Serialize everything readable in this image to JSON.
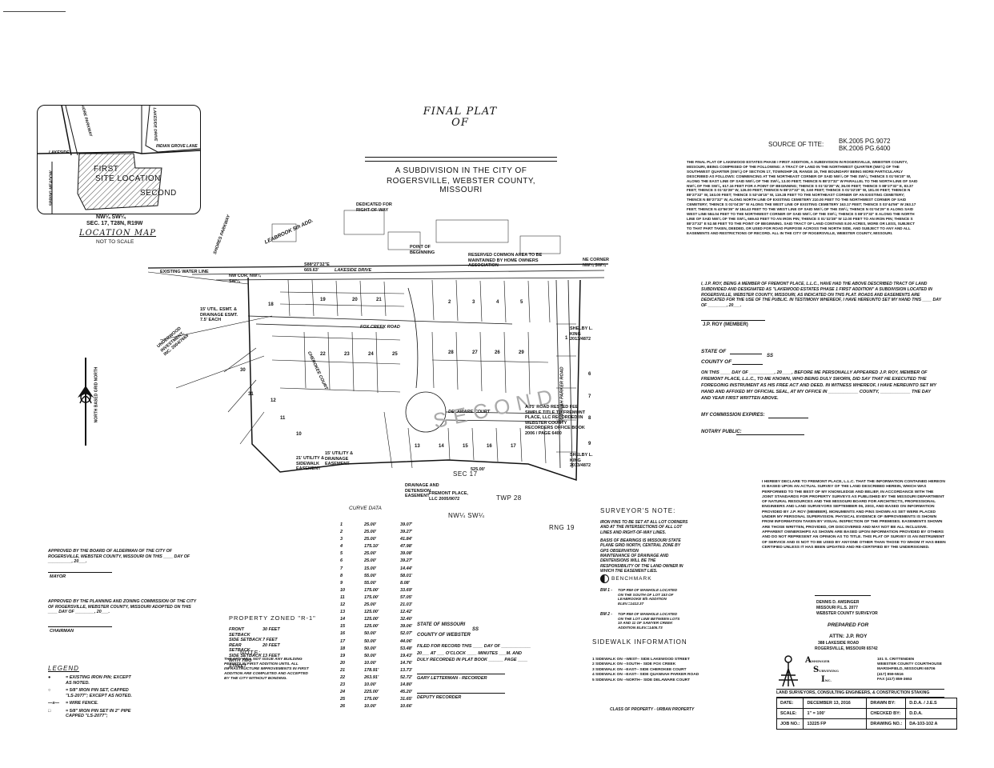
{
  "header": {
    "title_line1": "FINAL PLAT",
    "title_line2": "OF",
    "subtitle_line1": "A SUBDIVISION IN THE CITY OF",
    "subtitle_line2": "ROGERSVILLE, WEBSTER COUNTY, MISSOURI"
  },
  "source": {
    "label": "SOURCE OF TITE:",
    "book1": "BK.2005 PG.9072",
    "book2": "BK.2006 PG.6400"
  },
  "location_map": {
    "roads": [
      "SHORE PARKWAY",
      "LAKESIDE DRIVE",
      "INDIAN GROVE LANE",
      "SPRING MEADOW",
      "LAKESIDE"
    ],
    "site_labels": [
      "FIRST",
      "SITE LOCATION",
      "SECOND"
    ],
    "quarter": "NW¼ SW¼",
    "section": "SEC. 17, T28N, R19W",
    "caption": "LOCATION MAP",
    "scale": "NOT TO SCALE"
  },
  "description": {
    "text": "THE FINAL PLAT OF LAKEWOOD ESTATES PHASE I FIRST ADDITION, A SUBDIVISION IN ROGERSVILLE, WEBSTER COUNTY, MISSOURI, BEING COMPRISED OF THE FOLLOWING: A TRACT OF LAND IN THE NORTHWEST QUARTER (NW¼) OF THE SOUTHWEST QUARTER (SW¼) OF SECTION 17, TOWNSHIP 28, RANGE 19, THE BOUNDARY BEING MORE PARTICULARLY DESCRIBED AS FOLLOWS: COMMENCING AT THE NORTHEAST CORNER OF SAID NW¼ OF THE SW¼; THENCE S 01°06'20\" W, ALONG THE EAST LINE OF SAID NW¼ OF THE SW¼, 13.00 FEET; THENCE N 88°27'32\" W PARALLEL TO THE NORTH LINE OF SAID NW¼ OF THE SW¼, 617.16 FEET FOR A POINT OF BEGINNING; THENCE S 01°32'28\" W, 36.00 FEET; THENCE S 88°27'32\" E, 83.37 FEET; THENCE S 01°32'28\" W, 126.00 FEET; THENCE N 88°27'32\" W, 3.60 FEET; THENCE S 01°32'28\" W, 181.00 FEET; THENCE N 88°27'32\" W, 163.00 FEET; THENCE S 53°46'15\" W, 119.28 FEET TO THE NORTHEAST CORNER OF AN EXISTING CEMETERY; THENCE N 88°27'32\" W, ALONG NORTH LINE OF EXISTING CEMETERY 210.00 FEET TO THE NORTHWEST CORNER OF SAID CEMETERY; THENCE S 01°04'29\" W ALONG THE WEST LINE OF EXISTING CEMETERY 163.17 FEET; THENCE S 03°44'56\" W 263.17 FEET; THENCE N 43°56'35\" W 184.43 FEET TO THE WEST LINE OF SAID NW¼ OF THE SW¼; THENCE N 01°04'29\" E ALONG SAID WEST LINE 584.04 FEET TO THE NORTHWEST CORNER OF SAID NW¼ OF THE SW¼; THENCE S 88°27'32\" E ALONG THE NORTH LINE OF SAID NW¼ OF THE SW¼, 669.63 FEET TO AN IRON PIN; THENCE S 01°32'28\" W 12.00 FEET TO AN IRON PIN; THENCE S 88°27'32\" E 52.58 FEET TO THE POINT OF BEGINNING. SAID TRACT OF LAND CONTAINS 8.00 ACRES, MORE OR LESS, SUBJECT TO THAT PART TAKEN, DEEDED, OR USED FOR ROAD PURPOSE ACROSS THE NORTH SIDE, AND SUBJECT TO ANY AND ALL EASEMENTS AND RESTRICTIONS OF RECORD. ALL IN THE CITY OF ROGERSVILLE, WEBSTER COUNTY, MISSOURI."
  },
  "owner_cert": {
    "text": "I, J.P. ROY, BEING A MEMBER OF FREMONT PLACE, L.L.C., HAVE HAD THE ABOVE DESCRIBED TRACT OF LAND SUBDIVIDED AND DESIGNATED AS \"LAKEWOOD ESTATES PHASE 1 FIRST ADDITION\" A SUBDIVISION LOCATED IN ROGERSVILLE, WEBSTER COUNTY, MISSOURI, AS INDICATED ON THIS PLAT. ROADS AND EASEMENTS ARE DEDICATED FOR THE USE OF THE PUBLIC. IN TESTIMONY WHEREOF, I HAVE HEREUNTO SET MY HAND THIS ____ DAY OF ________, 20___.",
    "signer": "J.P. ROY (MEMBER)"
  },
  "notary": {
    "state": "STATE OF",
    "county": "COUNTY OF",
    "ss": "SS",
    "body": "ON THIS ____ DAY OF __________, 20____, BEFORE ME PERSONALLY APPEARED J.P. ROY, MEMBER OF FREMONT PLACE, L.L.C., TO ME KNOWN, WHO BEING DULY SWORN, DID SAY THAT HE EXECUTED THE FOREGOING INSTRUMENT AS HIS FREE ACT AND DEED. IN WITNESS WHEREOF, I HAVE HEREUNTO SET MY HAND AND AFFIXED MY OFFICIAL SEAL, AT MY OFFICE IN ____________ COUNTY, ____________ THE DAY AND YEAR FIRST WRITTEN ABOVE.",
    "commission": "MY COMMISSION EXPIRES:",
    "public": "NOTARY PUBLIC:"
  },
  "surveyor_cert": {
    "text": "I HEREBY DECLARE TO FREMONT PLACE, L.L.C. THAT THE INFORMATION CONTAINED HEREON IS BASED UPON AN ACTUAL SURVEY OF THE LAND DESCRIBED HEREIN, WHICH WAS PERFORMED TO THE BEST OF MY KNOWLEDGE AND BELIEF, IN ACCORDANCE WITH THE JOINT STANDARDS FOR PROPERTY SURVEYS AS PUBLISHED BY THE MISSOURI DEPARTMENT OF NATURAL RESOURCES AND THE MISSOURI BOARD FOR ARCHITECTS, PROFESSIONAL ENGINEERS AND LAND SURVEYORS SEPTEMBER 06, 2003, AND BASED ON INFORMATION PROVIDED BY J.P. ROY (MEMBER). MONUMENTS AND PINS SHOWN AS SET WERE PLACED UNDER MY PERSONAL SUPERVISION. PHYSICAL EVIDENCE OF IMPROVEMENTS IS SHOWN FROM INFORMATION TAKEN BY VISUAL INSPECTION OF THE PREMISES. EASEMENTS SHOWN ARE THOSE WRITTEN, PROVIDED, OR DISCOVERED AND MAY NOT BE ALL INCLUSIVE. APPARENT OWNERSHIPS AS SHOWN ARE BASED UPON INFORMATION PROVIDED BY OTHERS AND DO NOT REPRESENT AN OPINION AS TO TITLE. THIS PLAT OF SURVEY IS AN INSTRUMENT OF SERVICE AND IS NOT TO BE USED BY ANYONE OTHER THAN THOSE TO WHOM IT HAS BEEN CERTIFIED UNLESS IT HAS BEEN UPDATED AND RE-CERTIFIED BY THE UNDERSIGNED.",
    "name": "DENNIS D. AMSINGER",
    "license": "MISSOURI P.L.S. 2077",
    "title": "WEBSTER COUNTY SURVEYOR"
  },
  "prepared": {
    "label": "PREPARED FOR",
    "attn": "ATTN: J.P. ROY",
    "address1": "388 LAKESIDE ROAD",
    "address2": "ROGERSVILLE, MISSOURI 65742"
  },
  "firm": {
    "mark": [
      "A",
      "S",
      "I"
    ],
    "words": [
      "MSINGER",
      "URVEYING",
      "NC."
    ],
    "address": [
      "101 S. CRITTENDEN",
      "WEBSTER COUNTY COURTHOUSE",
      "MARSHFIELD, MISSOURI 65706",
      "(417) 859-5516",
      "FAX (417) 859-3653"
    ],
    "banner": "LAND SURVEYORS, CONSULTING ENGINEERS, & CONSTRUCTION STAKING"
  },
  "titleblock": {
    "date_label": "DATE:",
    "date": "DECEMBER 13, 2016",
    "drawn_label": "DRAWN BY:",
    "drawn": "D.D.A. / J.E.S",
    "scale_label": "SCALE:",
    "scale": "1\" = 100'",
    "checked_label": "CHECKED BY:",
    "checked": "D.D.A.",
    "job_label": "JOB NO.:",
    "job": "13225 FP",
    "drawing_label": "DRAWING NO.:",
    "drawing": "DA-103-102 A"
  },
  "curve_data": {
    "title": "CURVE DATA",
    "rows": [
      [
        "1",
        "25.00'",
        "39.07'"
      ],
      [
        "2",
        "25.00'",
        "39.27'"
      ],
      [
        "3",
        "25.00'",
        "41.84'"
      ],
      [
        "4",
        "175.10'",
        "47.98'"
      ],
      [
        "5",
        "25.00'",
        "39.08'"
      ],
      [
        "6",
        "25.00'",
        "39.27'"
      ],
      [
        "7",
        "15.00'",
        "14.44'"
      ],
      [
        "8",
        "55.00'",
        "58.01'"
      ],
      [
        "9",
        "55.00'",
        "8.08'"
      ],
      [
        "10",
        "175.00'",
        "33.69'"
      ],
      [
        "11",
        "175.00'",
        "57.05'"
      ],
      [
        "12",
        "25.00'",
        "21.03'"
      ],
      [
        "13",
        "125.00'",
        "12.42'"
      ],
      [
        "14",
        "125.00'",
        "32.40'"
      ],
      [
        "15",
        "125.00'",
        "39.06'"
      ],
      [
        "16",
        "50.00'",
        "52.07'"
      ],
      [
        "17",
        "50.00'",
        "44.06'"
      ],
      [
        "18",
        "50.00'",
        "53.48'"
      ],
      [
        "19",
        "50.00'",
        "19.43'"
      ],
      [
        "20",
        "10.00'",
        "14.76'"
      ],
      [
        "21",
        "178.91'",
        "13.73'"
      ],
      [
        "22",
        "263.91'",
        "52.72'"
      ],
      [
        "23",
        "10.00'",
        "14.80'"
      ],
      [
        "24",
        "225.00'",
        "45.20'"
      ],
      [
        "25",
        "175.00'",
        "31.65'"
      ],
      [
        "26",
        "10.00'",
        "10.66'"
      ]
    ]
  },
  "surveyor_note": {
    "title": "SURVEYOR'S NOTE:",
    "notes": [
      "IRON PINS TO BE SET AT ALL LOT CORNERS AND AT THE INTERSECTIONS OF ALL LOT LINES AND RIGHT-OF-WAY LINES.",
      "BASIS OF BEARINGS IS MISSOURI STATE PLANE GRID NORTH, CENTRAL ZONE BY GPS OBSERVATION",
      "MAINTENANCE OF DRAINAGE AND DENTENSIONS WILL BE THE RESPONSIBILITY OF THE LAND OWNER IN WHICH THE EASEMENT LIES."
    ]
  },
  "benchmark": {
    "title": "BENCHMARK",
    "bm1_label": "BM 1 -",
    "bm1": "TOP RIM OF MANHOLE LOCATED ON THE SOUTH OF LOT 153 OF LEABROOKE 5th ADDITION ELEV.=1412.37",
    "bm2_label": "BM 2 -",
    "bm2": "TOP RIM OF MANHOLE LOCATED ON THE LOT LINE BETWEEN LOTS 10 AND 11 OF SAWYER CREEK ADDITION ELEV.=1405.73"
  },
  "sidewalk": {
    "title": "SIDEWALK INFORMATION",
    "items": [
      "1  SIDEWALK ON --WEST-- SIDE LAKEWOOD STREET",
      "2  SIDEWALK ON --SOUTH-- SIDE FOX CREEK",
      "3  SIDEWALK ON --EAST-- SIDE CHEROKEE COURT",
      "4  SIDEWALK ON --EAST-- SIDE QUANNAH PARKER ROAD",
      "5  SIDEWALK ON --NORTH-- SIDE DELAWARE COURT"
    ],
    "class": "CLASS OF PROPERTY - URBAN PROPERTY"
  },
  "recorder": {
    "state": "STATE OF MISSOURI",
    "county": "COUNTY OF WEBSTER",
    "ss": "SS",
    "filed": "FILED FOR RECORD THIS ____ DAY OF ____________",
    "at": "20___ AT ___ O'CLOCK ____ MINUTES ___M. AND",
    "book": "DULY RECORDED IN PLAT BOOK ______ PAGE ____",
    "recorder": "GARY LETTERMAN - RECORDER",
    "deputy": "DEPUTY RECORDER"
  },
  "zoning": {
    "title": "PROPERTY ZONED \"R-1\"",
    "rows": [
      [
        "FRONT SETBACK",
        "30 FEET"
      ],
      [
        "SIDE SETBACK",
        "7 FEET"
      ],
      [
        "REAR SETBACK",
        "20 FEET"
      ],
      [
        "SIDE SETBACK",
        "13 FEET"
      ],
      [
        "WITH TWO STREET",
        ""
      ]
    ],
    "note_title": "NOTE:",
    "note": "THE CITY WILL NOT ISSUE ANY BUILDING PERMITS IN FIRST ADDITION UNTIL ALL INFRASTRUCTURE IMPROVEMENTS IN FIRST ADDITION ARE COMPLETED AND ACCEPTED BY THE CITY WITHOUT BONDING."
  },
  "approvals": {
    "aldermen": "APPROVED BY THE BOARD OF ALDERMAN OF THE CITY OF ROGERSVILLE, WEBSTER COUNTY, MISSOURI ON THIS ____ DAY OF __________, 20___.",
    "mayor": "MAYOR",
    "planning": "APPROVED BY THE PLANNING AND ZONING COMMISSION OF THE CITY OF ROGERSVILLE, WEBSTER COUNTY, MISSOURI ADOPTED ON THIS ____ DAY OF ________, 20___.",
    "chairman": "CHAIRMAN"
  },
  "legend": {
    "title": "LEGEND",
    "items": [
      {
        "sym": "●",
        "text": "= EXISTING IRON PIN; EXCEPT AS NOTED."
      },
      {
        "sym": "○",
        "text": "= 5/8\" IRON PIN SET, CAPPED \"LS-2077\"; EXCEPT AS NOTED."
      },
      {
        "sym": "—x—",
        "text": "= WIRE FENCE."
      },
      {
        "sym": "□",
        "text": "= 5/8\" IRON PIN SET IN 2\" PIPE CAPPED \"LS-2077\";"
      }
    ]
  },
  "plat": {
    "streets": [
      "LAKESIDE DRIVE",
      "FOX CREEK ROAD",
      "DELAWARE COURT",
      "QUANNAH PARKER ROAD",
      "CHEROKEE COURT",
      "SHORES PARKWAY",
      "LEABROOK 5th ADD."
    ],
    "labels": {
      "nwcorner": "NW COR. NW¼ SW¼",
      "existing_water": "EXISTING WATER LINE",
      "dedicated": "DEDICATED FOR RIGHT-OF-WAY",
      "pob": "POINT OF BEGINNING",
      "reserved": "RESERVED COMMON AREA TO BE MAINTAINED BY HOME OWNERS ASSOCIATION",
      "ne_corner": "NE CORNER NW¼ SW¼",
      "sec": "SEC 17",
      "twp": "TWP 28",
      "rng": "RNG 19",
      "quarter": "NW¼ SW¼",
      "second": "SECOND",
      "util_esmt": "15' UTIL. ESMT. & DRAINAGE ESMT. 7.5' EACH",
      "util2": "15' UTILITY & DRAINAGE EASEMENT",
      "sidewalk": "21' UTILITY & SIDEWALK EASEMENT",
      "drainage": "DRAINAGE AND DETENSION EASEMENT",
      "fremont": "FREMONT PLACE, LLC 2005/9072",
      "road_note": "A 75' ROAD RESTED FEE SIMPLE TITLE TO FREMONT PLACE, LLC RECORDED IN WEBSTER COUNTY RECORDERS OFFICE BOOK 2006 / PAGE 6400",
      "underwood": "UNDERWOOD INVESTMENT, INC. 2004/7669",
      "shelby": "SHELBY L. KING 2013/4872",
      "shelby2": "SHELBY L. KING 2013/4872",
      "north": "NORTH BASED GRID NORTH",
      "bearing": "S88°27'32\"E 669.63'",
      "dim": "525.00'"
    },
    "lots": [
      "1",
      "2",
      "3",
      "4",
      "5",
      "6",
      "7",
      "8",
      "9",
      "10",
      "11",
      "12",
      "13",
      "14",
      "15",
      "16",
      "17",
      "18",
      "19",
      "20",
      "21",
      "22",
      "23",
      "24",
      "25",
      "26",
      "27",
      "28",
      "29",
      "30",
      "31"
    ]
  }
}
